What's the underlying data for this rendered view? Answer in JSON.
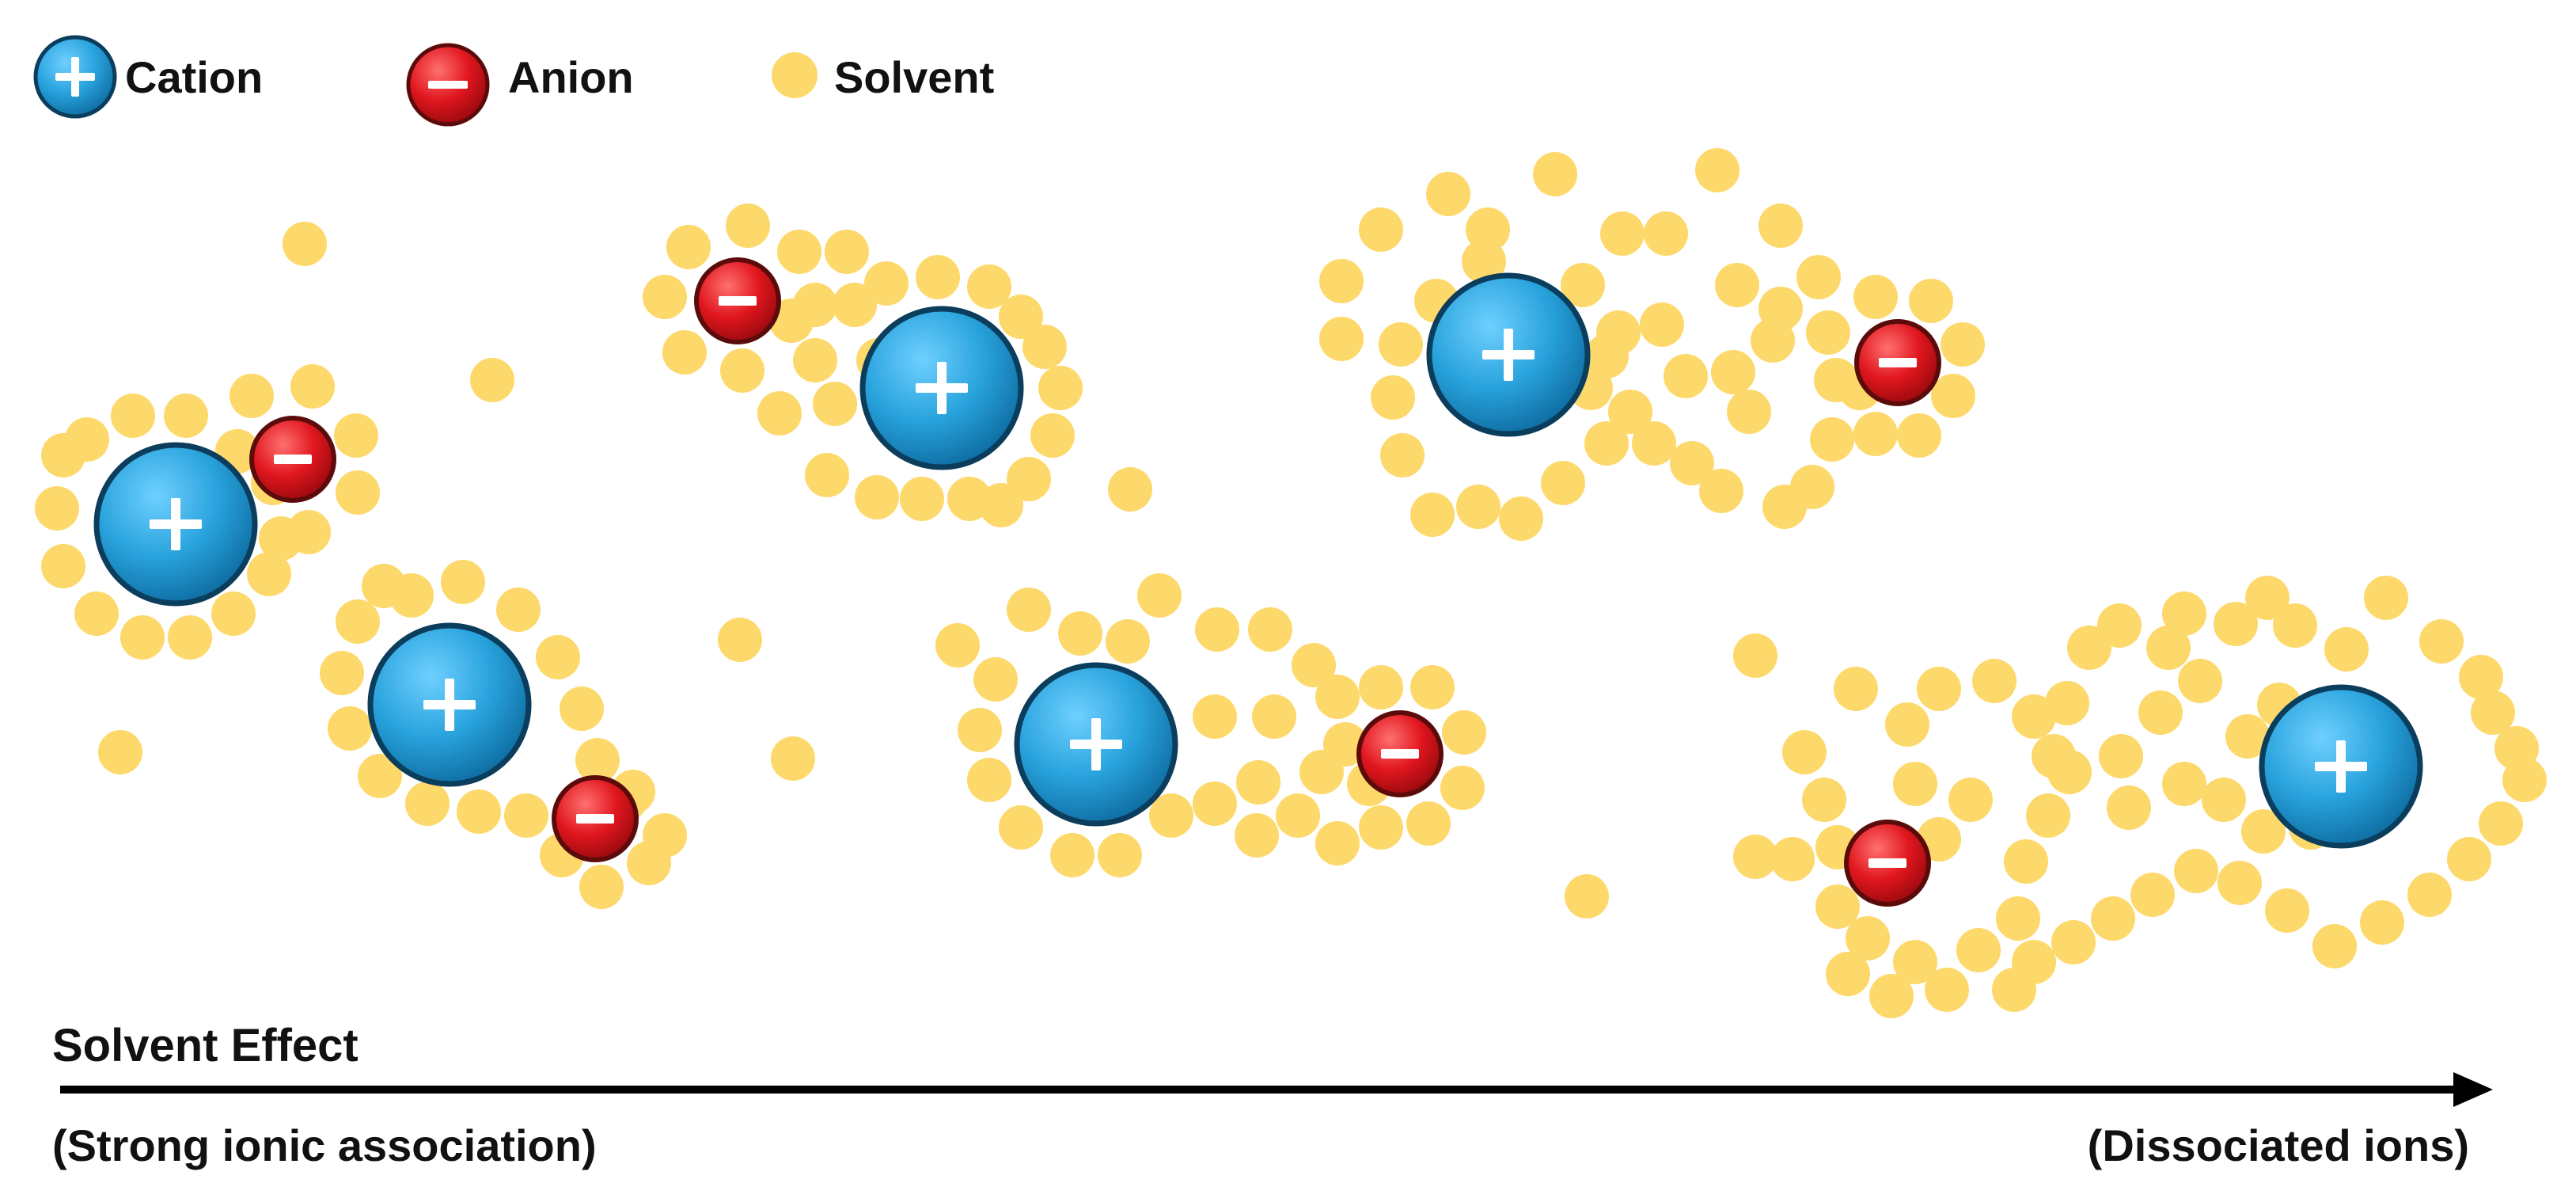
{
  "legend": {
    "cation_label": "Cation",
    "anion_label": "Anion",
    "solvent_label": "Solvent"
  },
  "axis": {
    "title": "Solvent Effect",
    "left_label": "(Strong ionic association)",
    "right_label": "(Dissociated ions)"
  },
  "colors": {
    "cation": "#29A3DD",
    "anion": "#E0161E",
    "solvent": "#FDD86A",
    "text": "#111111"
  },
  "icons": {
    "cation": "plus-sign",
    "anion": "minus-sign"
  }
}
